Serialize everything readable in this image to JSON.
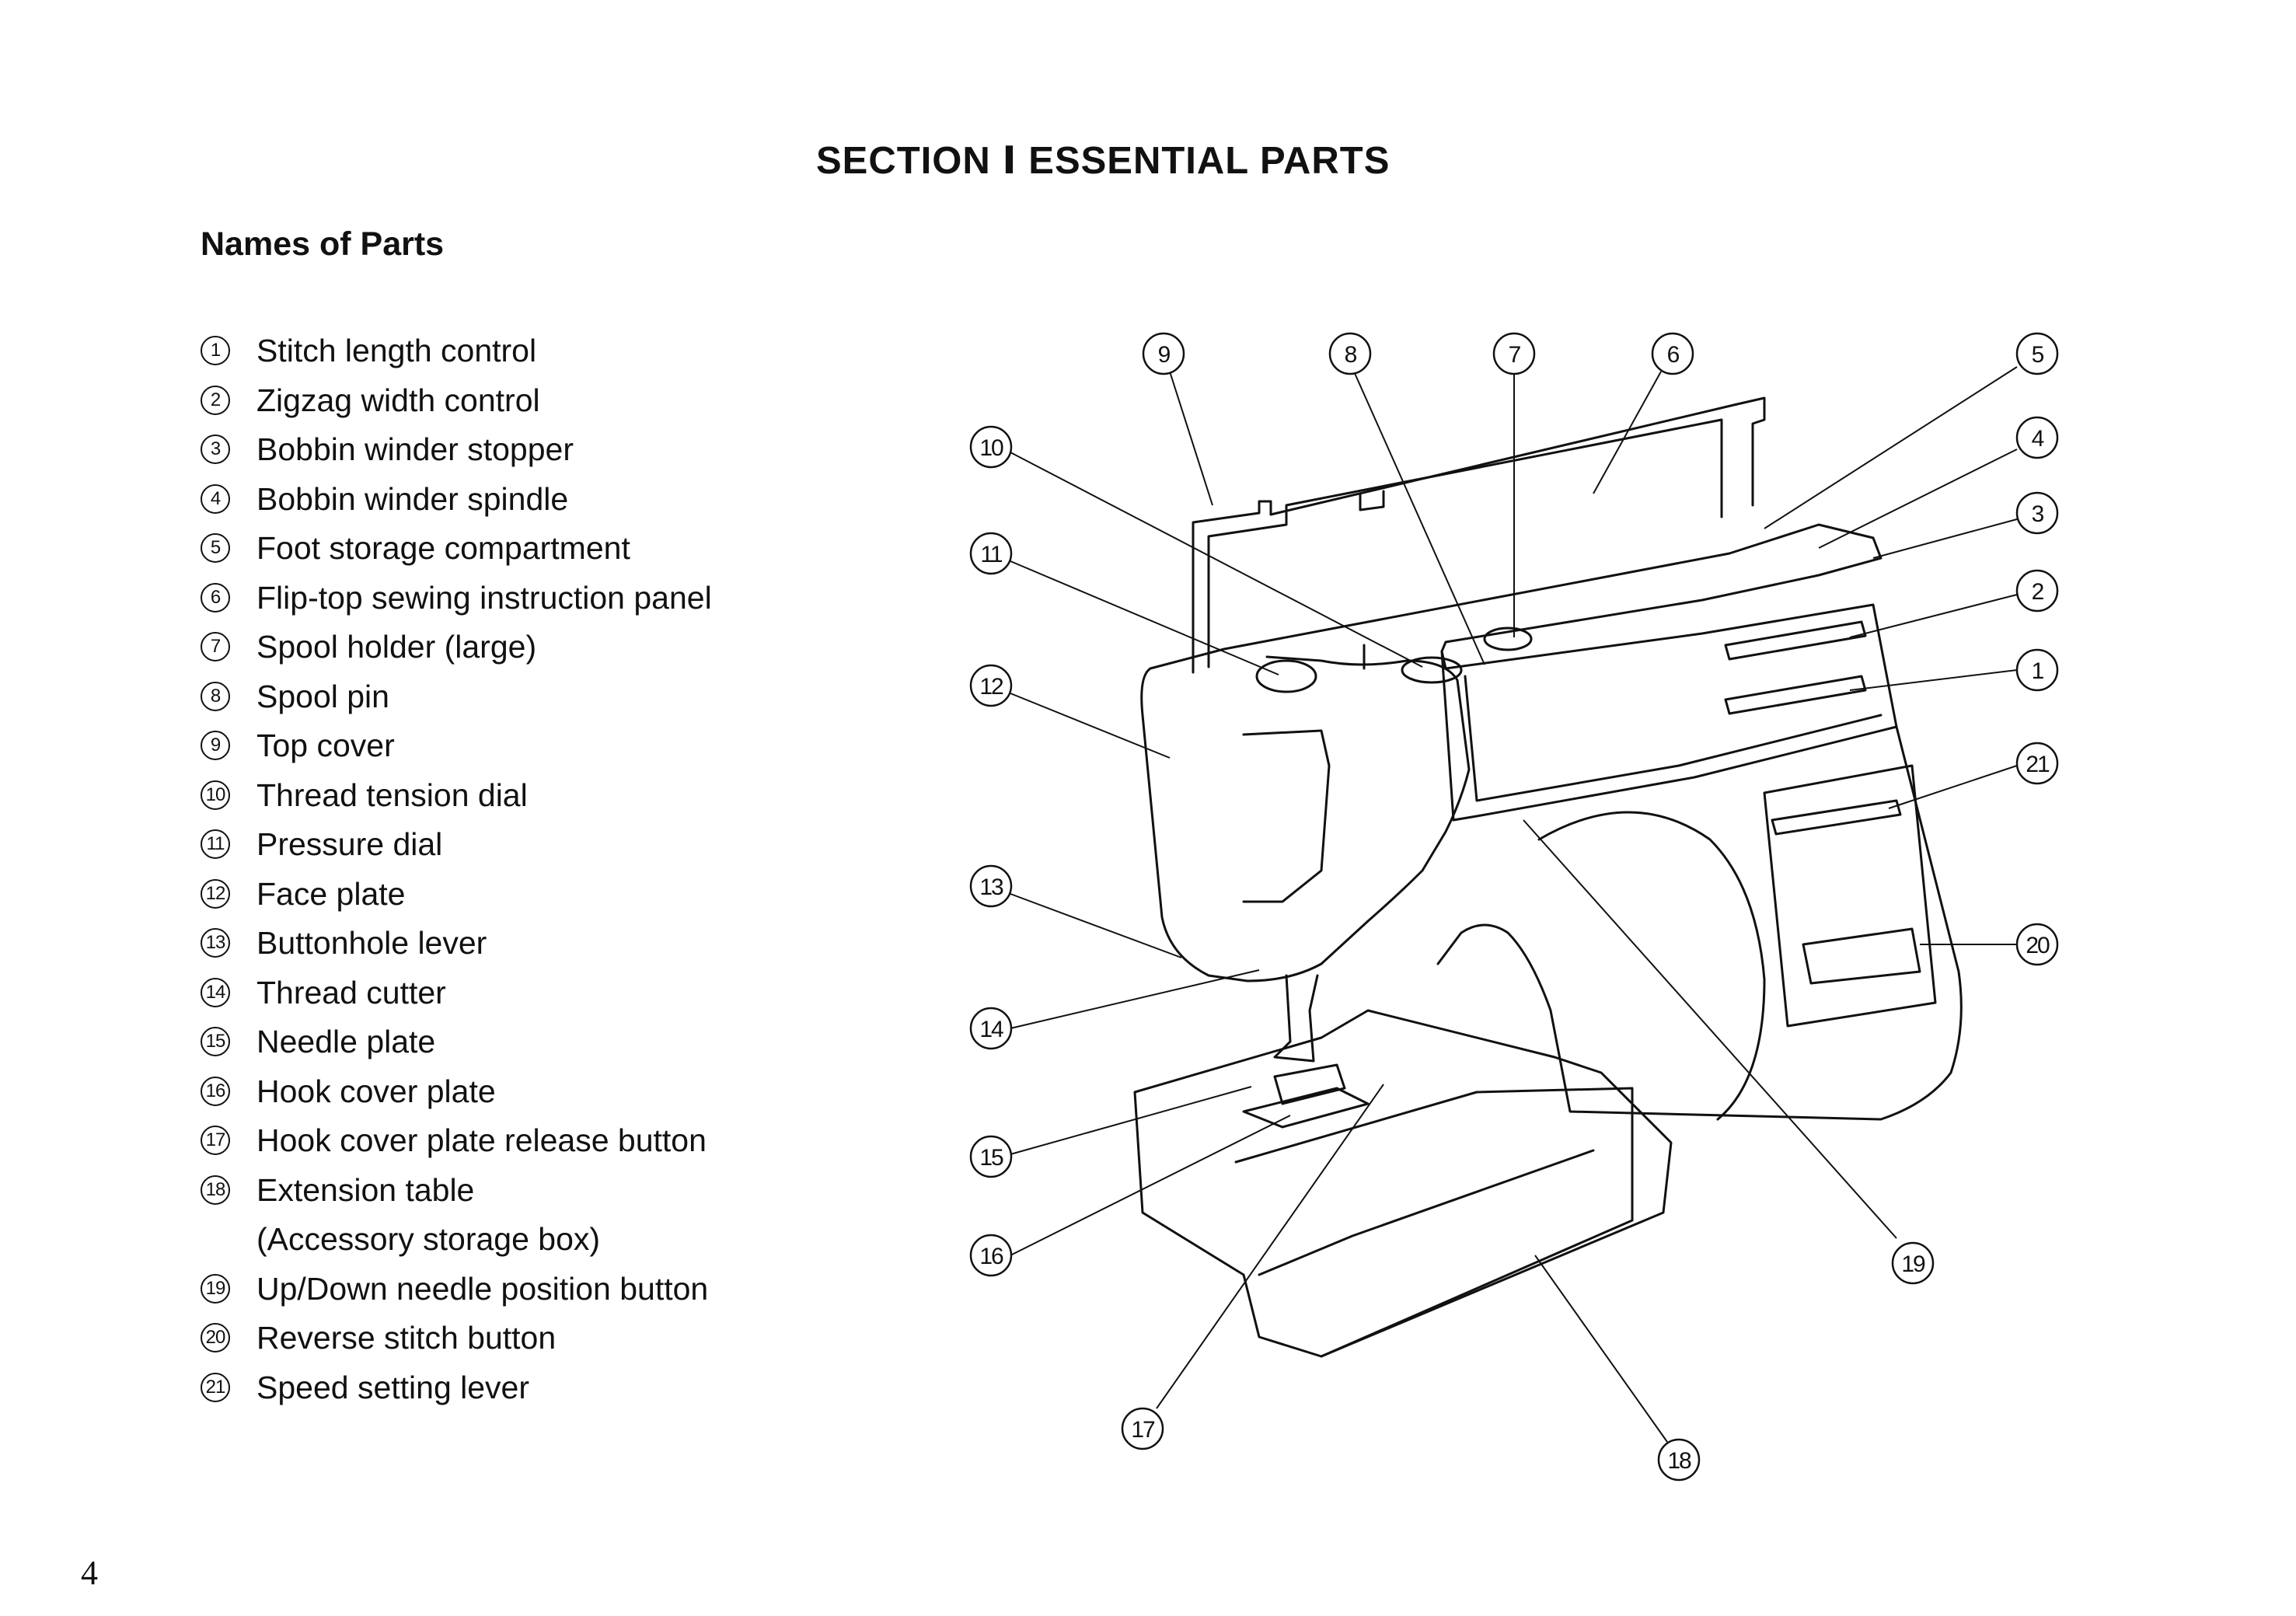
{
  "section_title": "SECTION Ⅰ ESSENTIAL PARTS",
  "subsection_title": "Names of Parts",
  "parts": [
    {
      "num": "1",
      "name": "Stitch length control"
    },
    {
      "num": "2",
      "name": "Zigzag width control"
    },
    {
      "num": "3",
      "name": "Bobbin winder stopper"
    },
    {
      "num": "4",
      "name": "Bobbin winder spindle"
    },
    {
      "num": "5",
      "name": "Foot storage compartment"
    },
    {
      "num": "6",
      "name": "Flip-top sewing instruction panel"
    },
    {
      "num": "7",
      "name": "Spool holder (large)"
    },
    {
      "num": "8",
      "name": "Spool pin"
    },
    {
      "num": "9",
      "name": "Top cover"
    },
    {
      "num": "10",
      "name": "Thread tension dial"
    },
    {
      "num": "11",
      "name": "Pressure dial"
    },
    {
      "num": "12",
      "name": "Face plate"
    },
    {
      "num": "13",
      "name": "Buttonhole lever"
    },
    {
      "num": "14",
      "name": "Thread cutter"
    },
    {
      "num": "15",
      "name": "Needle plate"
    },
    {
      "num": "16",
      "name": "Hook cover plate"
    },
    {
      "num": "17",
      "name": "Hook cover plate release button"
    },
    {
      "num": "18",
      "name": "Extension table",
      "note": "(Accessory storage box)"
    },
    {
      "num": "19",
      "name": "Up/Down needle position button"
    },
    {
      "num": "20",
      "name": "Reverse stitch button"
    },
    {
      "num": "21",
      "name": "Speed setting lever"
    }
  ],
  "diagram_callouts": [
    "9",
    "8",
    "7",
    "6",
    "5",
    "4",
    "3",
    "2",
    "1",
    "21",
    "20",
    "19",
    "18",
    "17",
    "16",
    "15",
    "14",
    "13",
    "12",
    "11",
    "10"
  ],
  "page_number": "4"
}
